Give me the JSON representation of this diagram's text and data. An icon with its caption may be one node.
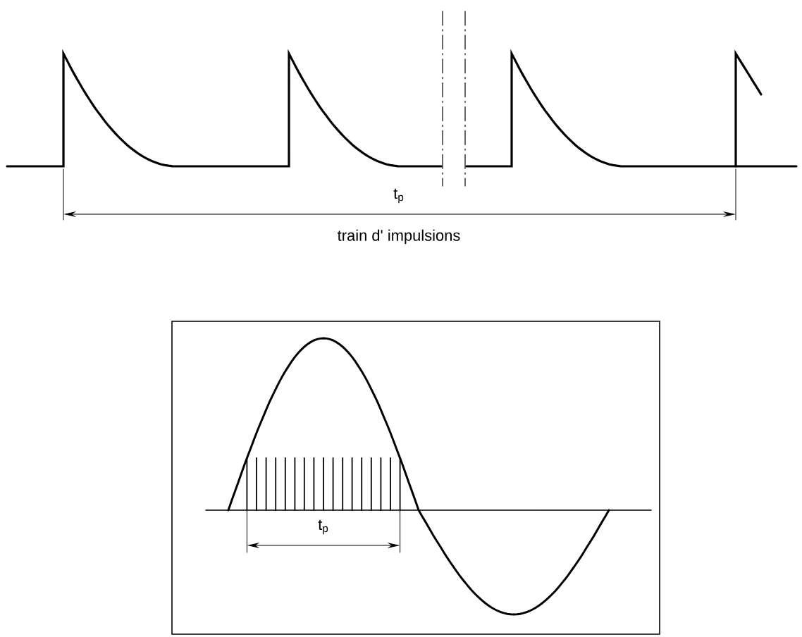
{
  "diagram": {
    "labels": [
      "t$_{p}$",
      "train d' impulsions",
      "t$_{p}$"
    ]
  }
}
